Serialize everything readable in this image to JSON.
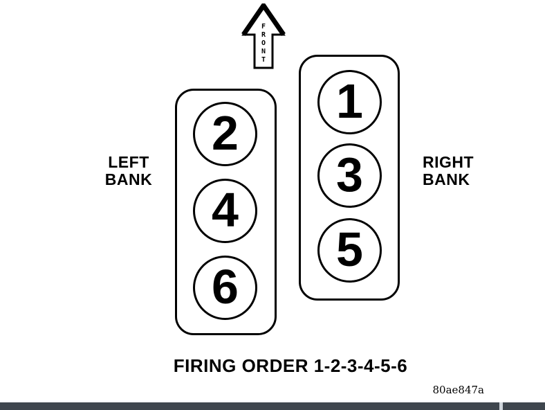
{
  "colors": {
    "line": "#000000",
    "background": "#ffffff",
    "bottom_bar": "#3f464e",
    "bottom_bar_tick": "#cfd5db"
  },
  "arrow": {
    "label": "FRONT",
    "letters": [
      "F",
      "R",
      "O",
      "N",
      "T"
    ]
  },
  "banks": {
    "left": {
      "label_line1": "LEFT",
      "label_line2": "BANK",
      "cylinders": [
        "2",
        "4",
        "6"
      ]
    },
    "right": {
      "label_line1": "RIGHT",
      "label_line2": "BANK",
      "cylinders": [
        "1",
        "3",
        "5"
      ]
    }
  },
  "caption": {
    "firing_order": "FIRING ORDER 1-2-3-4-5-6"
  },
  "figure_code": "80ae847a"
}
